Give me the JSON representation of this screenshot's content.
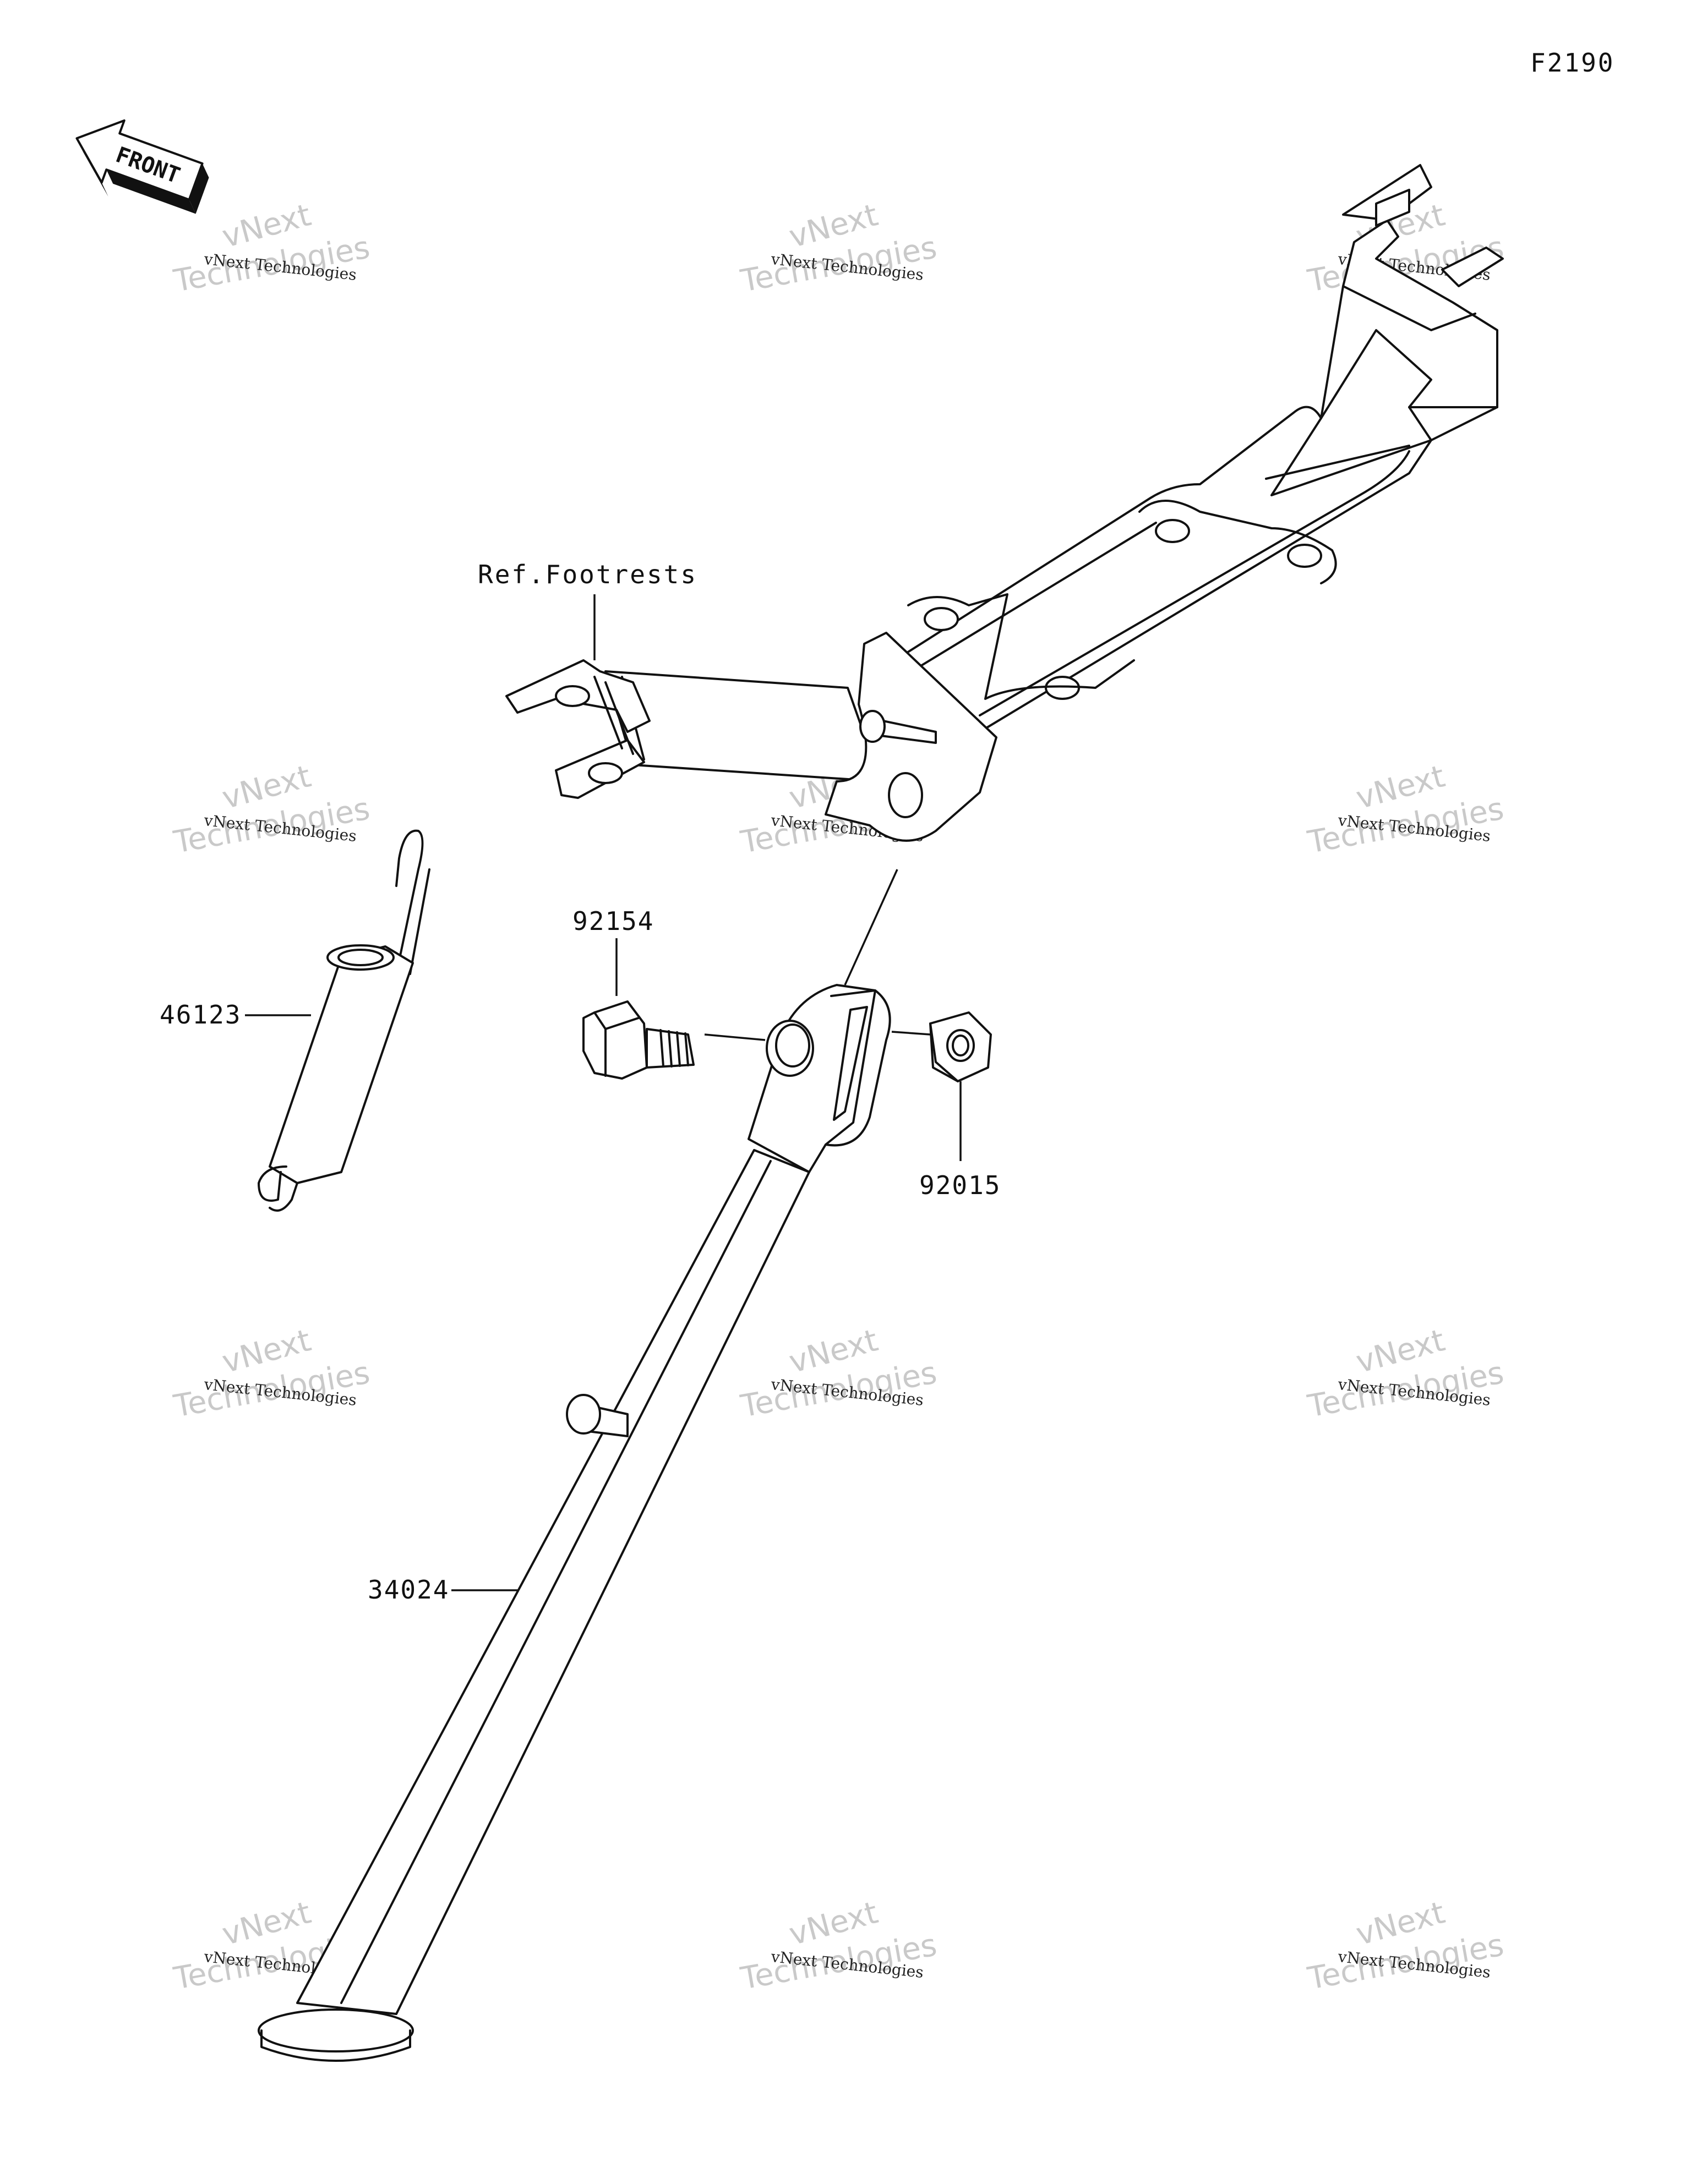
{
  "figure_code": "F2190",
  "front_indicator": "FRONT",
  "reference_label": "Ref.Footrests",
  "parts": [
    {
      "number": "92154",
      "name": "bolt"
    },
    {
      "number": "92015",
      "name": "nut"
    },
    {
      "number": "46123",
      "name": "spring"
    },
    {
      "number": "34024",
      "name": "side-stand"
    }
  ],
  "watermark": {
    "company": "vNext Technologies",
    "line1": "vNext",
    "line2": "Technologies"
  }
}
